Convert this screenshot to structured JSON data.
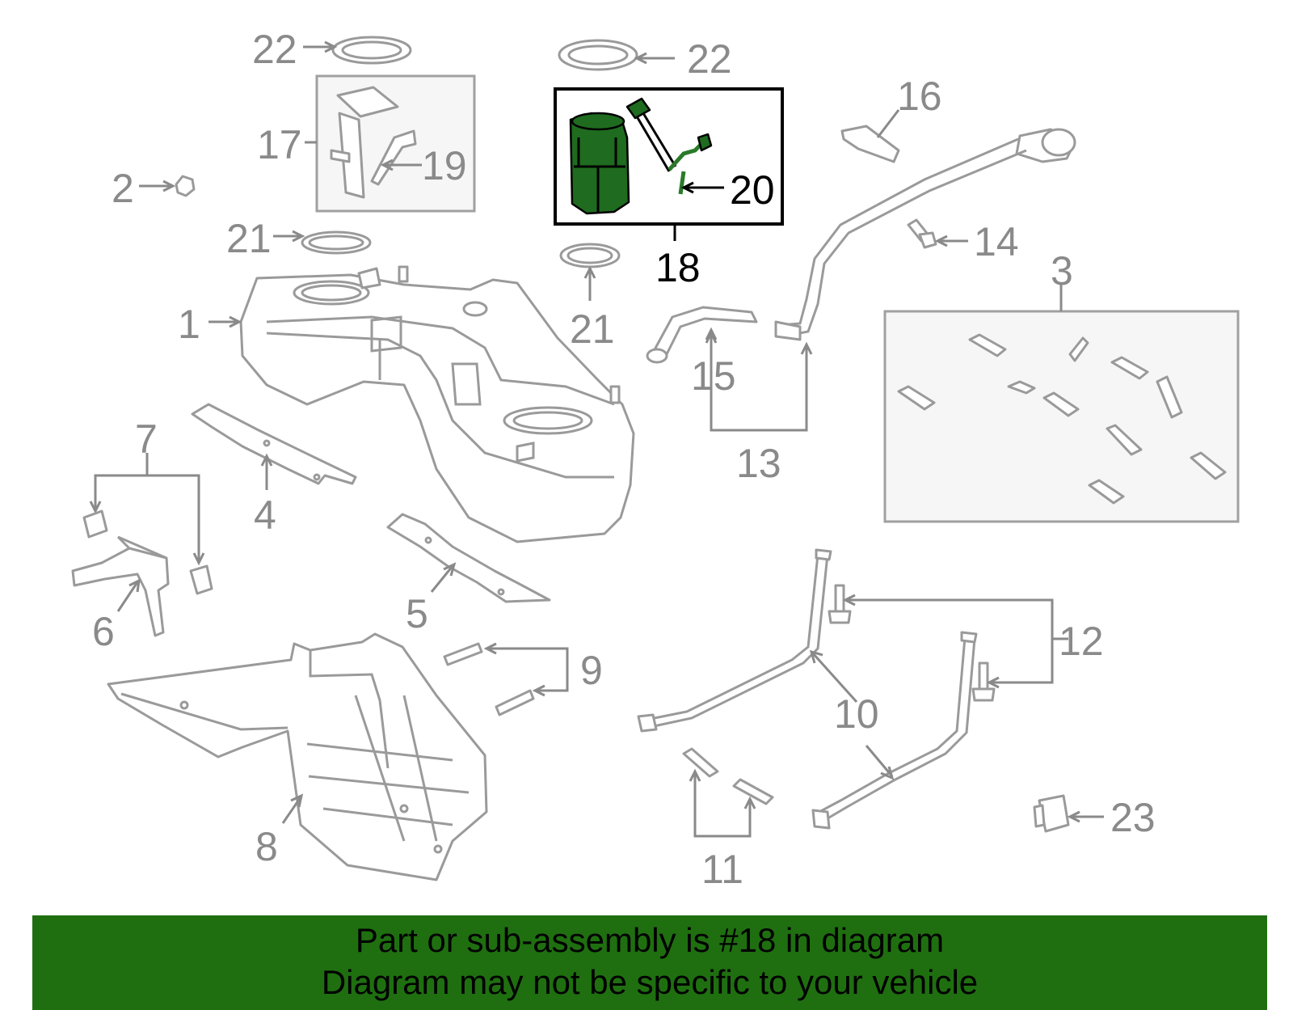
{
  "diagram": {
    "callouts": {
      "c1": "1",
      "c2": "2",
      "c3": "3",
      "c4": "4",
      "c5": "5",
      "c6": "6",
      "c7": "7",
      "c8": "8",
      "c9": "9",
      "c10": "10",
      "c11": "11",
      "c12": "12",
      "c13": "13",
      "c14": "14",
      "c15": "15",
      "c16": "16",
      "c17": "17",
      "c18": "18",
      "c19": "19",
      "c20": "20",
      "c21a": "21",
      "c21b": "21",
      "c22a": "22",
      "c22b": "22",
      "c23": "23"
    },
    "highlight_color": "#1f6b1f"
  },
  "banner": {
    "line1": "Part or sub-assembly is #18 in diagram",
    "line2": "Diagram may not be specific to your vehicle",
    "background": "#1f6f10"
  }
}
